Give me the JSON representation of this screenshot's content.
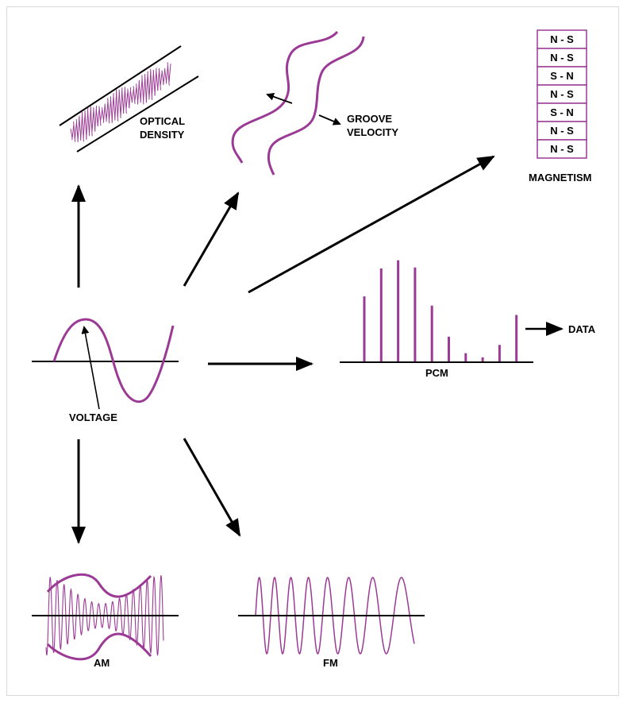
{
  "colors": {
    "signal": "#9b3a95",
    "ink": "#000000",
    "border": "#d9d9d9"
  },
  "labels": {
    "optical_1": "OPTICAL",
    "optical_2": "DENSITY",
    "groove_1": "GROOVE",
    "groove_2": "VELOCITY",
    "magnetism": "MAGNETISM",
    "pcm": "PCM",
    "data": "DATA",
    "voltage": "VOLTAGE",
    "am": "AM",
    "fm": "FM"
  },
  "magnet_cells": [
    "N - S",
    "N - S",
    "S - N",
    "N - S",
    "S - N",
    "N - S",
    "N - S"
  ],
  "pcm_samples": [
    0.63,
    0.9,
    0.98,
    0.91,
    0.54,
    0.24,
    0.08,
    0.04,
    0.16,
    0.45
  ]
}
